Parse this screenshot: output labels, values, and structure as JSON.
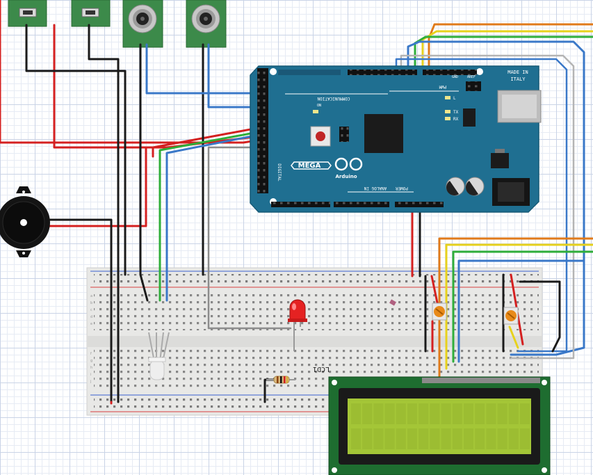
{
  "board": {
    "model": "MEGA",
    "brand": "Arduino",
    "made_in_1": "MADE IN",
    "made_in_2": "ITALY",
    "communication": "COMMUNICATION",
    "pwm": "PWM",
    "analog_in": "ANALOG IN",
    "power": "POWER",
    "digital": "DIGITAL",
    "tx": "TX",
    "rx": "RX",
    "l": "L",
    "on": "ON",
    "aref": "AREF",
    "gnd": "GND"
  },
  "breadboard": {
    "row_labels": [
      "a",
      "b",
      "c",
      "d",
      "e",
      "f",
      "g",
      "h",
      "i",
      "j"
    ]
  },
  "lcd": {
    "label": "LCD1"
  },
  "colors": {
    "board": "#1f6f91",
    "breadboard": "#e8e8e6",
    "lcd_pcb": "#1e6d30",
    "lcd_screen": "#a4c637",
    "red_wire": "#d42020",
    "black_wire": "#1a1a1a",
    "blue_wire": "#3a78c8",
    "green_wire": "#2fae3a",
    "yellow_wire": "#e7d21d",
    "orange_wire": "#e07a1a",
    "gray_wire": "#8c8c8c",
    "white_wire": "#dcdcdc"
  }
}
